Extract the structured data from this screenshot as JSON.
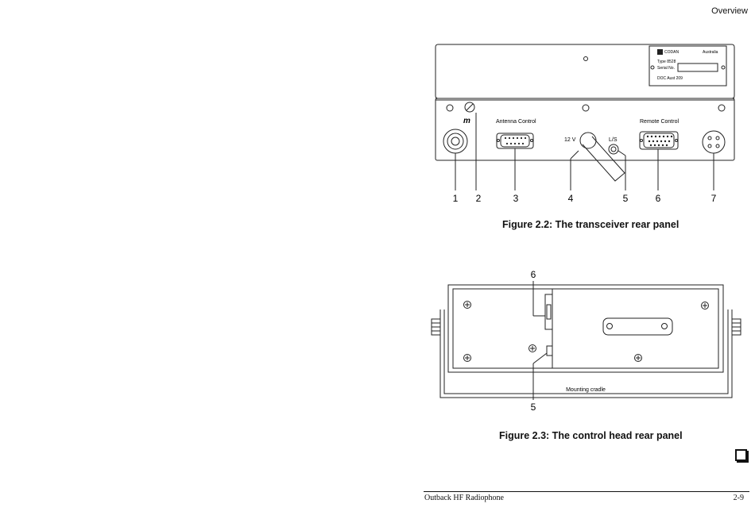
{
  "header": {
    "section_title": "Overview"
  },
  "figure_2_2": {
    "caption": "Figure 2.2: The transceiver rear panel",
    "plate": {
      "brand": "CODAN",
      "country": "Australia",
      "type": "Type 8528",
      "serial": "Serial No.",
      "doc": "DOC Aust 209"
    },
    "labels": {
      "antenna_control": "Antenna Control",
      "remote_control": "Remote Control",
      "power": "12 V",
      "speaker": "L/S",
      "earth_symbol": "m"
    },
    "callouts": [
      "1",
      "2",
      "3",
      "4",
      "5",
      "6",
      "7"
    ]
  },
  "figure_2_3": {
    "caption": "Figure 2.3: The control head rear panel",
    "cradle_label": "Mounting cradle",
    "callout_top": "6",
    "callout_bottom": "5"
  },
  "footer": {
    "left": "Outback HF Radiophone",
    "right": "2-9"
  },
  "icons": {
    "end_mark": "end-of-section-box-icon"
  }
}
